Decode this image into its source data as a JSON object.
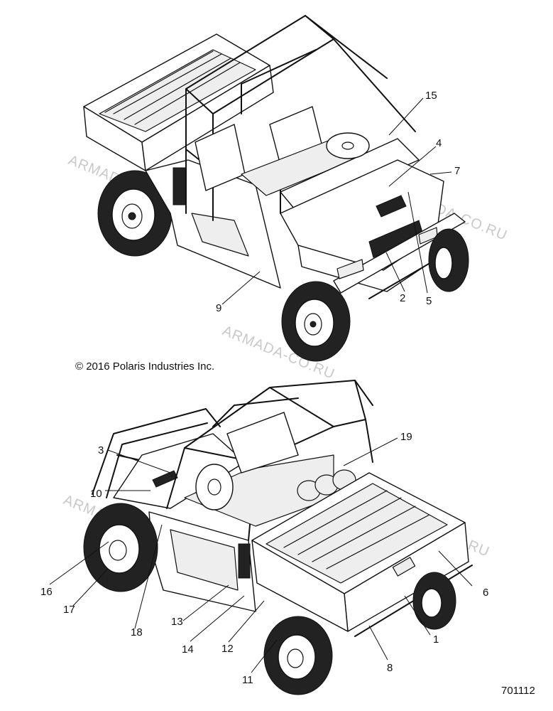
{
  "copyright": "© 2016 Polaris Industries Inc.",
  "part_number": "701112",
  "watermark": "ARMADA-CO.RU",
  "callouts": [
    "1",
    "2",
    "3",
    "4",
    "5",
    "6",
    "7",
    "8",
    "9",
    "10",
    "11",
    "12",
    "13",
    "14",
    "15",
    "16",
    "17",
    "18",
    "19"
  ]
}
